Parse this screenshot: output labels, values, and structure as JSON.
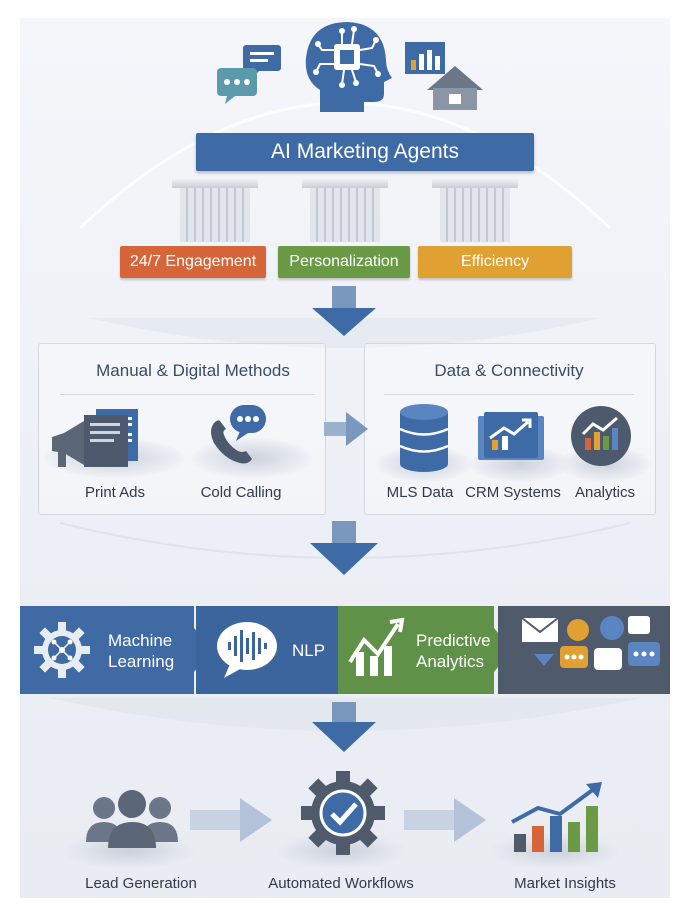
{
  "header": {
    "title": "AI Marketing Agents"
  },
  "benefits": [
    {
      "label": "24/7 Engagement",
      "color": "#d7653a"
    },
    {
      "label": "Personalization",
      "color": "#6a9a45"
    },
    {
      "label": "Efficiency",
      "color": "#e0a032"
    }
  ],
  "manual": {
    "title": "Manual & Digital Methods",
    "items": [
      {
        "label": "Print Ads",
        "icon": "print-ads-icon"
      },
      {
        "label": "Cold Calling",
        "icon": "phone-icon"
      }
    ]
  },
  "data_section": {
    "title": "Data & Connectivity",
    "items": [
      {
        "label": "MLS Data",
        "icon": "database-icon"
      },
      {
        "label": "CRM Systems",
        "icon": "crm-icon"
      },
      {
        "label": "Analytics",
        "icon": "analytics-icon"
      }
    ]
  },
  "technologies": [
    {
      "label_line1": "Machine",
      "label_line2": "Learning",
      "color": "#3f6aa3",
      "icon": "gear-network-icon"
    },
    {
      "label_line1": "NLP",
      "label_line2": "",
      "color": "#3c649d",
      "icon": "speech-wave-icon"
    },
    {
      "label_line1": "Predictive",
      "label_line2": "Analytics",
      "color": "#5f9148",
      "icon": "line-chart-icon"
    },
    {
      "label_line1": "",
      "label_line2": "",
      "color": "#4f5a6b",
      "icon": "messages-icon"
    }
  ],
  "outcomes": [
    {
      "label": "Lead Generation",
      "icon": "people-icon"
    },
    {
      "label": "Automated Workflows",
      "icon": "check-gear-icon"
    },
    {
      "label": "Market Insights",
      "icon": "bar-growth-icon"
    }
  ]
}
